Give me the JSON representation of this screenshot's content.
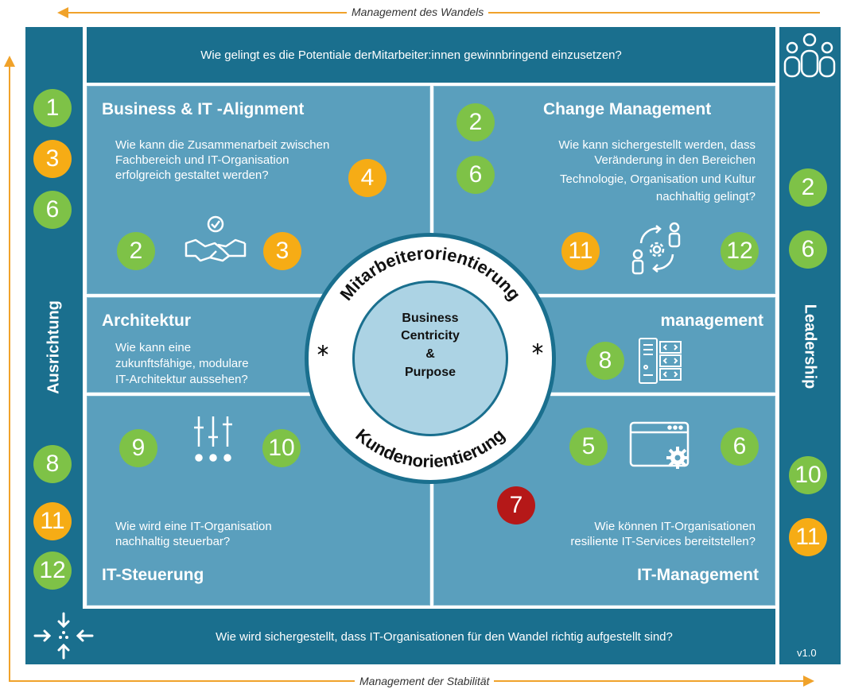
{
  "frame": {
    "top_label": "Management des Wandels",
    "bottom_label": "Management der Stabilität",
    "accent_color": "#f0a22a"
  },
  "top_bar": {
    "question": "Wie gelingt es die Potentiale derMitarbeiter:innen gewinnbringend einzusetzen?"
  },
  "bottom_bar": {
    "question": "Wie wird sichergestellt, dass IT-Organisationen für den Wandel richtig aufgestellt sind?"
  },
  "left_column": {
    "label": "Ausrichtung",
    "badges": [
      "1",
      "3",
      "6",
      "8",
      "11",
      "12"
    ]
  },
  "right_column": {
    "label": "Leadership",
    "badges": [
      "2",
      "6",
      "10",
      "11"
    ],
    "version": "v1.0"
  },
  "panels": {
    "business_it": {
      "title": "Business & IT -Alignment",
      "question": [
        "Wie kann die Zusammenarbeit zwischen",
        "Fachbereich und IT-Organisation",
        "erfolgreich gestaltet werden?"
      ],
      "badges": [
        "4",
        "2",
        "3"
      ],
      "icon": "handshake-icon"
    },
    "change": {
      "title": "Change Management",
      "question": [
        "Wie kann sichergestellt werden, dass",
        "Veränderung in den Bereichen",
        "Technologie, Organisation und Kultur",
        "nachhaltig gelingt?"
      ],
      "badges": [
        "2",
        "6",
        "11",
        "12"
      ],
      "icon": "people-cycle-icon"
    },
    "architektur": {
      "title": "Architektur",
      "question": [
        "Wie kann eine",
        "zukunftsfähige, modulare",
        "IT-Architektur aussehen?"
      ]
    },
    "management": {
      "title": "management",
      "badges": [
        "8"
      ],
      "icon": "server-code-icon"
    },
    "steuerung": {
      "title": "IT-Steuerung",
      "question": [
        "Wie wird eine IT-Organisation",
        "nachhaltig steuerbar?"
      ],
      "badges": [
        "9",
        "10"
      ],
      "icon": "sliders-icon"
    },
    "it_management": {
      "title": "IT-Management",
      "question": [
        "Wie können IT-Organisationen",
        "resiliente IT-Services bereitstellen?"
      ],
      "badges": [
        "5",
        "6",
        "7"
      ],
      "icon": "browser-gear-icon"
    }
  },
  "center": {
    "ring_top": "Mitarbeiterorientierung",
    "ring_bottom": "Kundenorientierung",
    "core": [
      "Business",
      "Centricity",
      "&",
      "Purpose"
    ]
  }
}
